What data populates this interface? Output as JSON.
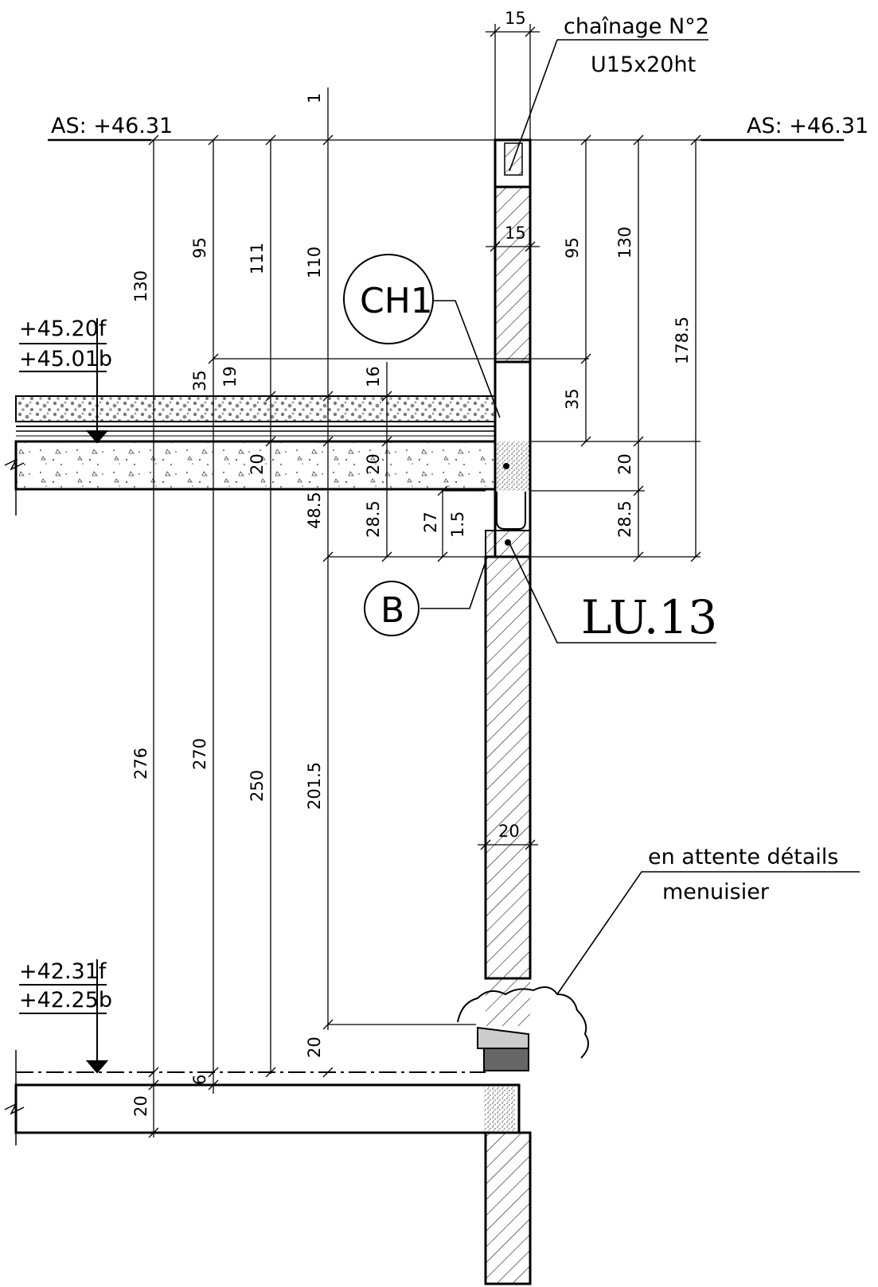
{
  "texts": {
    "chainage_title": "chaînage N°2",
    "chainage_size": "U15x20ht",
    "as_left": "AS: +46.31",
    "as_right": "AS: +46.31",
    "level_upper_f": "+45.20f",
    "level_upper_b": "+45.01b",
    "level_lower_f": "+42.31f",
    "level_lower_b": "+42.25b",
    "ch1": "CH1",
    "b": "B",
    "lu13": "LU.13",
    "attente_line1": "en attente détails",
    "attente_line2": "menuisier"
  },
  "dims": {
    "top_15": "15",
    "wall_15": "15",
    "d1": "1",
    "d130a": "130",
    "d95a": "95",
    "d111": "111",
    "d110": "110",
    "d35a": "35",
    "d19": "19",
    "d16": "16",
    "d20a": "20",
    "d20b": "20",
    "d48_5": "48.5",
    "d28_5a": "28.5",
    "d27": "27",
    "d1_5": "1.5",
    "d95b": "95",
    "d130b": "130",
    "d178_5": "178.5",
    "d35b": "35",
    "d20c": "20",
    "d28_5b": "28.5",
    "d276": "276",
    "d270": "270",
    "d250": "250",
    "d201_5": "201.5",
    "d20_wall": "20",
    "d20d": "20",
    "d6": "6",
    "d20e": "20"
  },
  "colors": {
    "line": "#000000",
    "concrete_dots": "#555555",
    "insulation": "#777777",
    "sill_dark": "#666666",
    "sill_light": "#cccccc"
  }
}
